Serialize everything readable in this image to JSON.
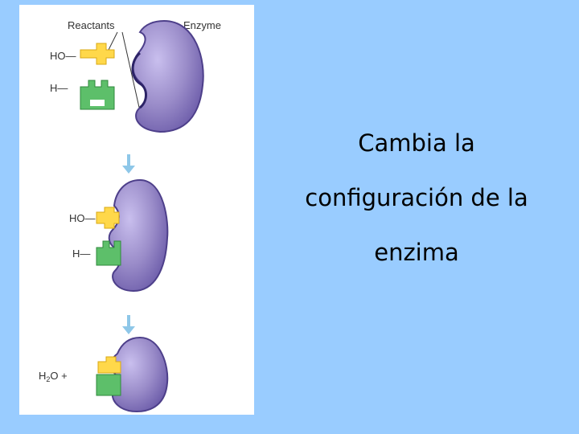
{
  "figure": {
    "label_reactants": "Reactants",
    "label_enzyme": "Enzyme",
    "label_ho_1": "HO",
    "label_h_1": "H",
    "label_ho_2": "HO",
    "label_h_2": "H",
    "label_h2o_prefix": "H",
    "label_h2o_sub": "2",
    "label_h2o_suffix": "O +",
    "colors": {
      "enzyme": "#9a8cc9",
      "enzyme_dark": "#5d4f99",
      "reactant_yellow": "#ffd84a",
      "reactant_green": "#5dbf6a",
      "arrow": "#8ec7e8"
    }
  },
  "caption": {
    "line1": "Cambia la",
    "line2": "configuración de la",
    "line3": "enzima"
  }
}
